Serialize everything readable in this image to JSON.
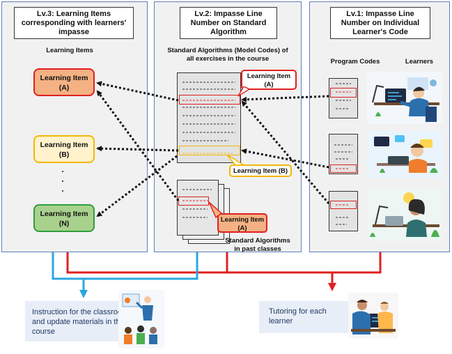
{
  "panels": {
    "lv3": {
      "title": "Lv.3: Learning Items corresponding with learners' impasse",
      "header": "Learning Items",
      "items": [
        {
          "label": "Learning Item (A)",
          "color": "#f4b183",
          "border": "#e02020"
        },
        {
          "label": "Learning Item (B)",
          "color": "#fff2cc",
          "border": "#f2b705"
        },
        {
          "label": "Learning Item (N)",
          "color": "#a9d18e",
          "border": "#2e9e3a"
        }
      ],
      "ellipsis": ".\n.\n."
    },
    "lv2": {
      "title": "Lv.2: Impasse Line Number on Standard Algorithm",
      "header": "Standard Algorithms (Model Codes) of all exercises in the course",
      "callout_a": "Learning Item (A)",
      "callout_b": "Learning Item (B)",
      "callout_past": "Learning Item (A)",
      "past_label": "Standard Algorithms in past classes"
    },
    "lv1": {
      "title": "Lv.1: Impasse Line Number on Individual Learner's Code",
      "col_program": "Program Codes",
      "col_learners": "Learners"
    }
  },
  "outputs": {
    "classroom": "Instruction for the classroom and update materials in the course",
    "tutoring": "Tutoring for each learner"
  },
  "colors": {
    "panel_border": "#5b7fbf",
    "red": "#e02020",
    "yellow": "#f2b705",
    "blue_line": "#29a8e0",
    "output_bg": "#e8eef7"
  }
}
